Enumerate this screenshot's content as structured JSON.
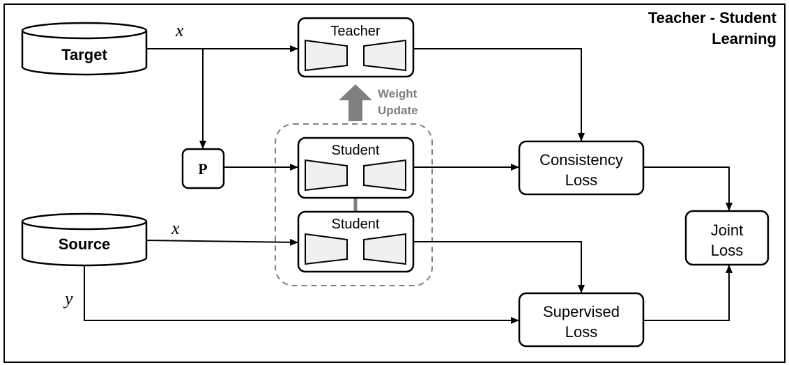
{
  "title_line1": "Teacher - Student",
  "title_line2": "Learning",
  "databases": {
    "target": "Target",
    "source": "Source"
  },
  "variables": {
    "x_target": "x",
    "x_source": "x",
    "y_source": "y"
  },
  "models": {
    "teacher": "Teacher",
    "student_top": "Student",
    "student_bottom": "Student"
  },
  "perturbation": "P",
  "weight_update": {
    "line1": "Weight",
    "line2": "Update"
  },
  "losses": {
    "consistency_line1": "Consistency",
    "consistency_line2": "Loss",
    "supervised_line1": "Supervised",
    "supervised_line2": "Loss",
    "joint_line1": "Joint",
    "joint_line2": "Loss"
  },
  "colors": {
    "stroke": "#000000",
    "trapezoid_fill": "#f0f0f0",
    "arrow_gray": "#808080",
    "dashed_border": "#808080"
  }
}
